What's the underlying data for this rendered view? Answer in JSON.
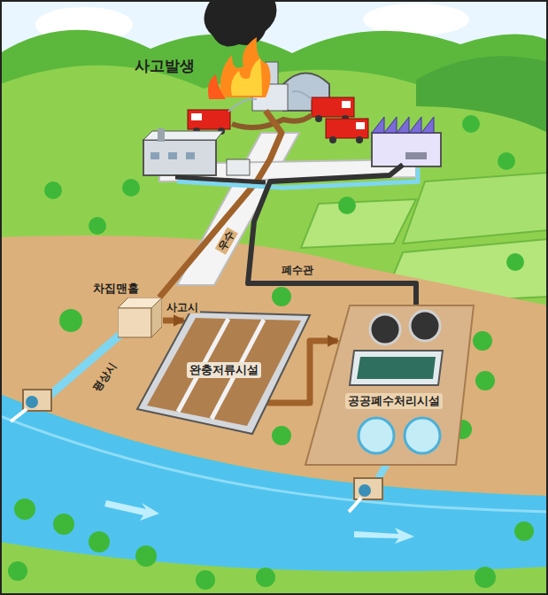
{
  "diagram": {
    "nodes": [
      {
        "text": [
          "차집맨홀"
        ]
      },
      {
        "text": [
          "완충저류시설"
        ]
      },
      {
        "text": [
          "공공폐수처리시설"
        ]
      }
    ],
    "edges": [
      {
        "from": 0,
        "to": 1,
        "arrow": "to",
        "label": "사고시"
      },
      {
        "from": 1,
        "to": 2,
        "arrow": "to"
      }
    ],
    "labels": [
      "사고발생",
      "우수",
      "폐수관",
      "평상시"
    ]
  }
}
